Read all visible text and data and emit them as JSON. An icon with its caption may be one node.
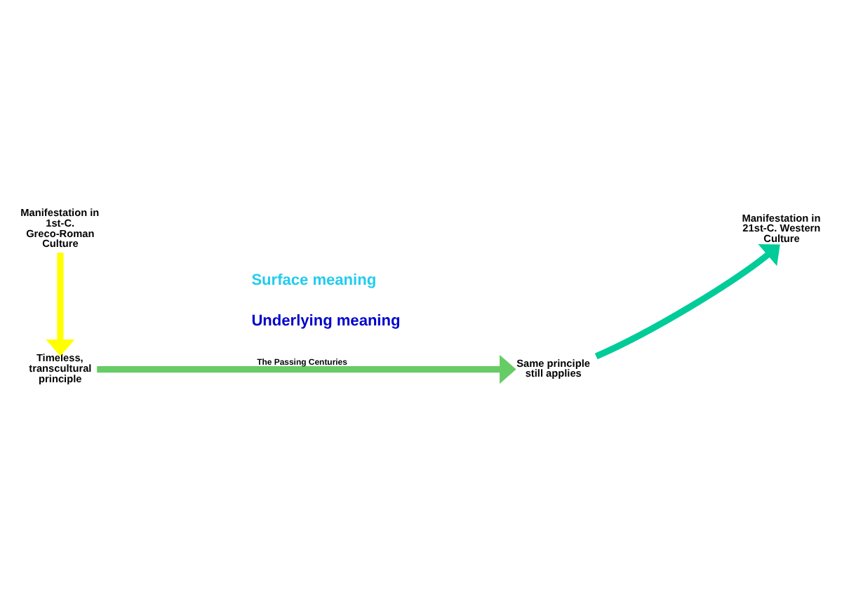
{
  "diagram": {
    "nodes": [
      {
        "text": [
          "Manifestation in 1st-C. Greco-Roman Culture"
        ]
      },
      {
        "text": [
          "Timeless, transcultural principle"
        ]
      },
      {
        "text": [
          "Same principle still applies"
        ]
      },
      {
        "text": [
          "Manifestation in 21st-C. Western Culture"
        ]
      }
    ],
    "edges": [
      {
        "from": 0,
        "to": 1,
        "arrow": "to",
        "color": "#ffff00"
      },
      {
        "from": 1,
        "to": 2,
        "arrow": "to",
        "label": "The Passing Centuries",
        "color": "#66cc66"
      },
      {
        "from": 2,
        "to": 3,
        "arrow": "to",
        "color": "#00cc99"
      }
    ],
    "labels": [
      "Surface meaning",
      "Underlying meaning"
    ]
  }
}
